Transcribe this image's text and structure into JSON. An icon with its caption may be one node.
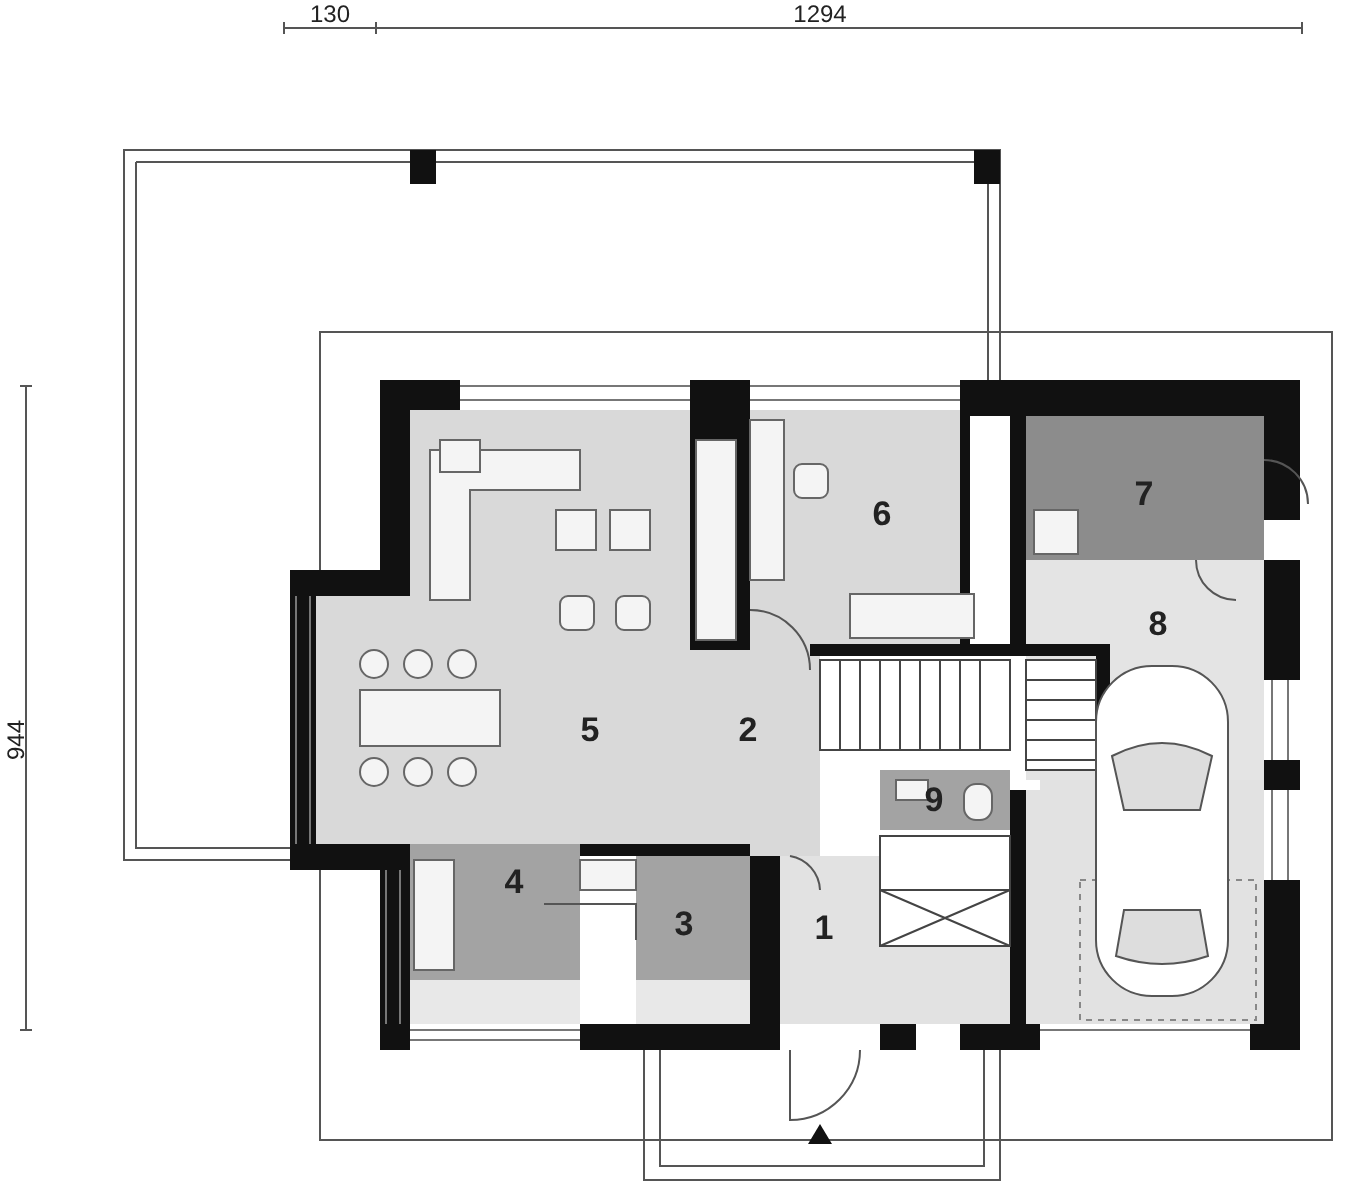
{
  "diagram": {
    "labels": [
      "130",
      "1294",
      "944",
      "7",
      "6",
      "8",
      "5",
      "2",
      "9",
      "4",
      "3",
      "1"
    ]
  }
}
